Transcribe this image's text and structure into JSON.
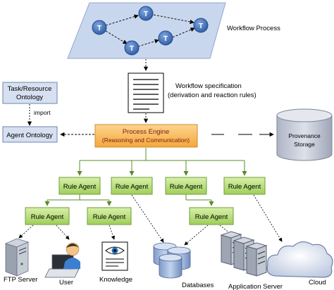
{
  "workflow": {
    "label": "Workflow Process",
    "task_node_label": "T"
  },
  "spec": {
    "title": "Workflow specification",
    "subtitle": "(derivation and reaction rules)"
  },
  "ontologies": {
    "task_resource_line1": "Task/Resource",
    "task_resource_line2": "Ontology",
    "import_label": "import",
    "agent_ontology": "Agent Ontology"
  },
  "engine": {
    "title": "Process Engine",
    "subtitle": "(Reasoning and Communication)"
  },
  "storage": {
    "line1": "Provenance",
    "line2": "Storage"
  },
  "agents": {
    "label": "Rule Agent"
  },
  "resources": {
    "ftp": "FTP Server",
    "user": "User",
    "knowledge": "Knowledge",
    "databases": "Databases",
    "app_server": "Application Server",
    "cloud": "Cloud"
  },
  "colors": {
    "workflow_bg": "#c9d7ee",
    "task_node": "#3f6fb8",
    "ontology_box": "#d6e0f0",
    "engine_fill": "#f6b24f",
    "engine_text": "#7a1c10",
    "agent_fill": "#b9e07a",
    "storage_fill": "#c6cbd8"
  }
}
